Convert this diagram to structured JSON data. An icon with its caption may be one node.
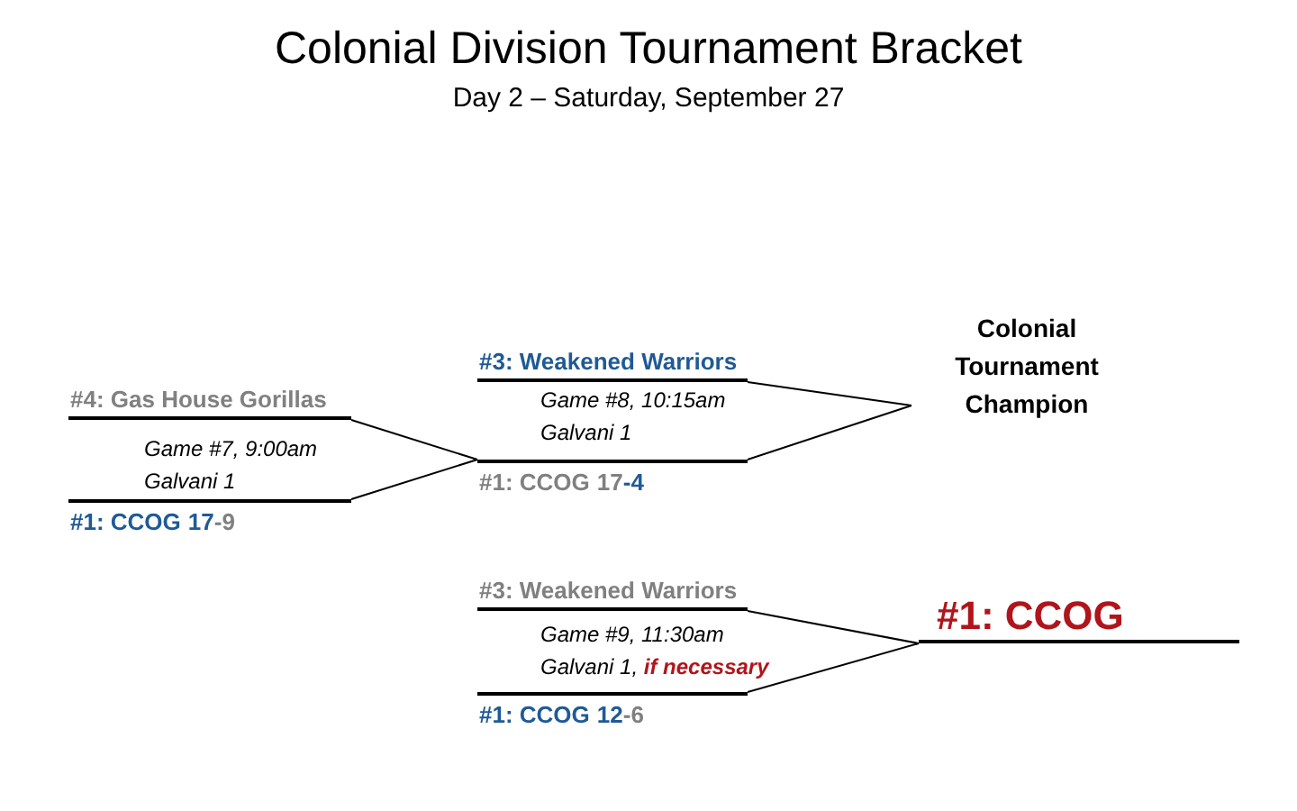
{
  "diagram": {
    "title": "Colonial Division Tournament Bracket",
    "nodes": [
      {
        "text": [
          "#4: Gas House Gorillas"
        ],
        "beside": [
          "Game #7, 9:00am",
          "Galvani 1"
        ]
      },
      {
        "text": [
          "#1: CCOG",
          "17",
          "-9"
        ]
      },
      {
        "text": [
          "#3: Weakened Warriors"
        ],
        "beside": [
          "Game #8, 10:15am",
          "Galvani 1"
        ]
      },
      {
        "text": [
          "#1: CCOG",
          "17",
          "-4"
        ]
      },
      {
        "text": [
          "#3: Weakened Warriors"
        ],
        "beside": [
          "Game #9, 11:30am",
          "Galvani 1, **if necessary**"
        ]
      },
      {
        "text": [
          "#1: CCOG",
          "12",
          "-6"
        ]
      },
      {
        "text": [
          "#1: CCOG"
        ]
      }
    ],
    "edges": [
      {
        "from": 0,
        "to": 3,
        "arrow": "none"
      },
      {
        "from": 1,
        "to": 3,
        "arrow": "none"
      },
      {
        "from": 2,
        "to": null,
        "arrow": "none"
      },
      {
        "from": 3,
        "to": null,
        "arrow": "none"
      },
      {
        "from": 4,
        "to": 6,
        "arrow": "none"
      },
      {
        "from": 5,
        "to": 6,
        "arrow": "none"
      }
    ],
    "labels": [
      "Day 2 – Saturday, September 27",
      "Colonial Tournament Champion"
    ]
  }
}
